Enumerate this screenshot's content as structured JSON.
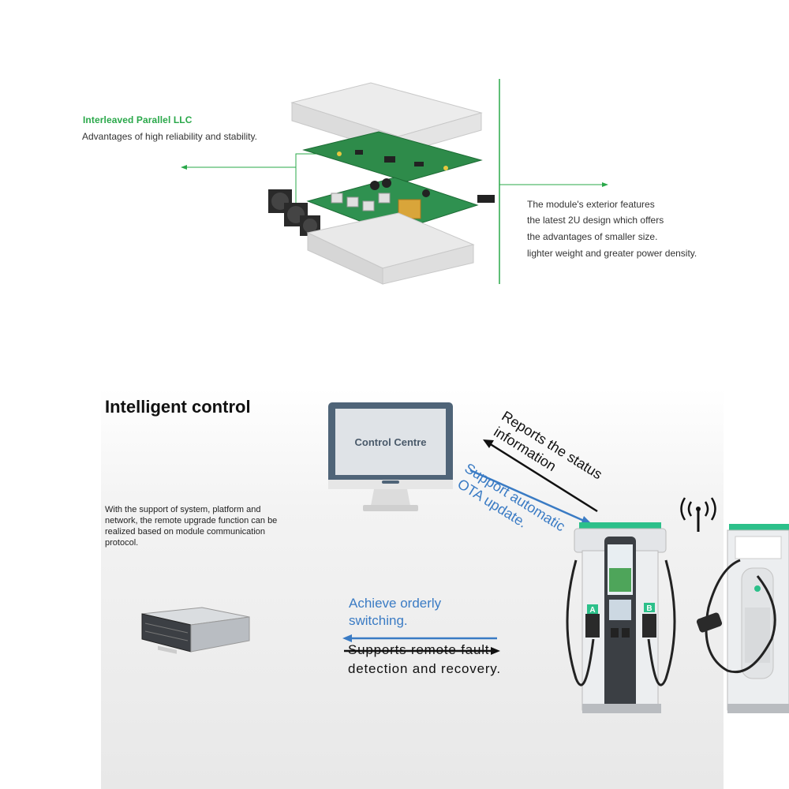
{
  "top": {
    "llc_title": "Interleaved Parallel LLC",
    "llc_desc": "Advantages of high reliability and stability.",
    "module_lines": [
      "The module's exterior features",
      "the latest 2U design which offers",
      "the advantages of smaller size.",
      "lighter weight and greater power density."
    ]
  },
  "bottom": {
    "title": "Intelligent control",
    "monitor_label": "Control Centre",
    "description": "With the support of system, platform and network, the remote upgrade function can be realized based on module communication protocol.",
    "reports_line1": "Reports the status",
    "reports_line2": "information",
    "ota_line1": "Support automatic",
    "ota_line2": "OTA update.",
    "switching_line1": "Achieve orderly",
    "switching_line2": "switching.",
    "fault_line1": "Supports remote fault",
    "fault_line2": "detection and recovery.",
    "gun_a": "A",
    "gun_b": "B"
  },
  "colors": {
    "green_accent": "#2aa84a",
    "blue_text": "#3a7bc4",
    "arrow_black": "#111111"
  }
}
